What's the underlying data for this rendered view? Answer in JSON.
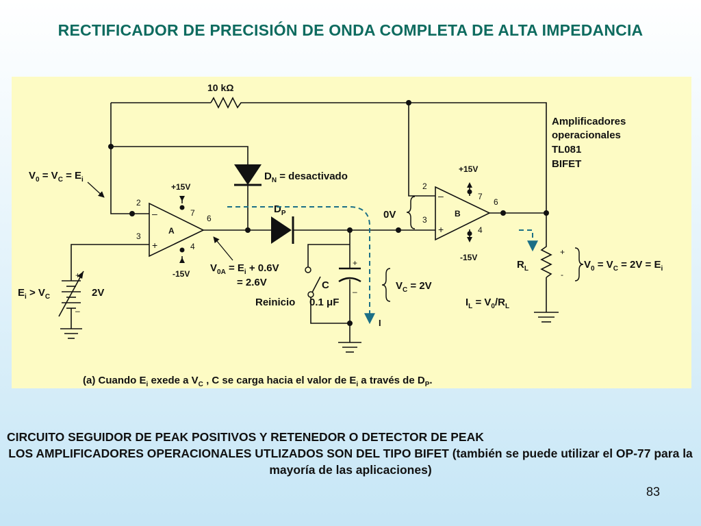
{
  "title": "RECTIFICADOR DE PRECISIÓN DE ONDA COMPLETA DE ALTA IMPEDANCIA",
  "diagram": {
    "resistor_label": "10 kΩ",
    "amplifiers_note": [
      "Amplificadores",
      "operacionales",
      "TL081",
      "BIFET"
    ],
    "op_amp_a_label": "A",
    "op_amp_b_label": "B",
    "pin_2": "2",
    "pin_3": "3",
    "pin_4": "4",
    "pin_6": "6",
    "pin_7": "7",
    "plus_15v": "+15V",
    "minus_15v": "-15V",
    "minus_sign": "–",
    "plus_sign": "+",
    "diode_dn": {
      "main": "D",
      "sub": "N",
      "rest": " = desactivado"
    },
    "diode_dp": {
      "main": "D",
      "sub": "P"
    },
    "v0_left": {
      "a": "V",
      "a_sub": "0",
      "b": " = V",
      "b_sub": "C",
      "c": " = E",
      "c_sub": "i"
    },
    "ei_label": {
      "a": "E",
      "a_sub": "i",
      "b": " > V",
      "b_sub": "C"
    },
    "source_value": "2V",
    "voa_line1": {
      "a": "V",
      "a_sub": "0A",
      "b": " = E",
      "b_sub": "i",
      "c": " + 0.6V"
    },
    "voa_line2": "= 2.6V",
    "capacitor_name": "C",
    "reset_label": "Reinicio",
    "capacitor_value": "0.1 μF",
    "vc_label": {
      "a": "V",
      "a_sub": "C",
      "b": " = 2V"
    },
    "zero_v": "0V",
    "current_label": "I",
    "rl_label": {
      "a": "R",
      "a_sub": "L"
    },
    "load_plus": "+",
    "load_minus": "-",
    "vout_right": {
      "a": "V",
      "a_sub": "0",
      "b": " = V",
      "b_sub": "C",
      "c": " = 2V = E",
      "c_sub": "i"
    },
    "il_label": {
      "a": "I",
      "a_sub": "L",
      "b": " = V",
      "b_sub": "0",
      "c": "/R",
      "c_sub": "L"
    },
    "caption": {
      "a": "(a) Cuando E",
      "a_sub": "i",
      "b": " exede a V",
      "b_sub": "C",
      "c": " , C se carga hacia el valor de E",
      "c_sub": "i",
      "d": " a través de D",
      "d_sub": "P",
      "e": "."
    }
  },
  "footer": {
    "line1": "CIRCUITO SEGUIDOR DE PEAK POSITIVOS Y RETENEDOR O DETECTOR DE PEAK",
    "line2": "LOS AMPLIFICADORES OPERACIONALES UTLIZADOS SON DEL TIPO BIFET (también se puede utilizar el OP-77 para la mayoría de las aplicaciones)"
  },
  "page_number": "83",
  "colors": {
    "title": "#0e6b5f",
    "panel": "#fdfbc4",
    "wire": "#111111",
    "current_arrow": "#1b6f86"
  }
}
